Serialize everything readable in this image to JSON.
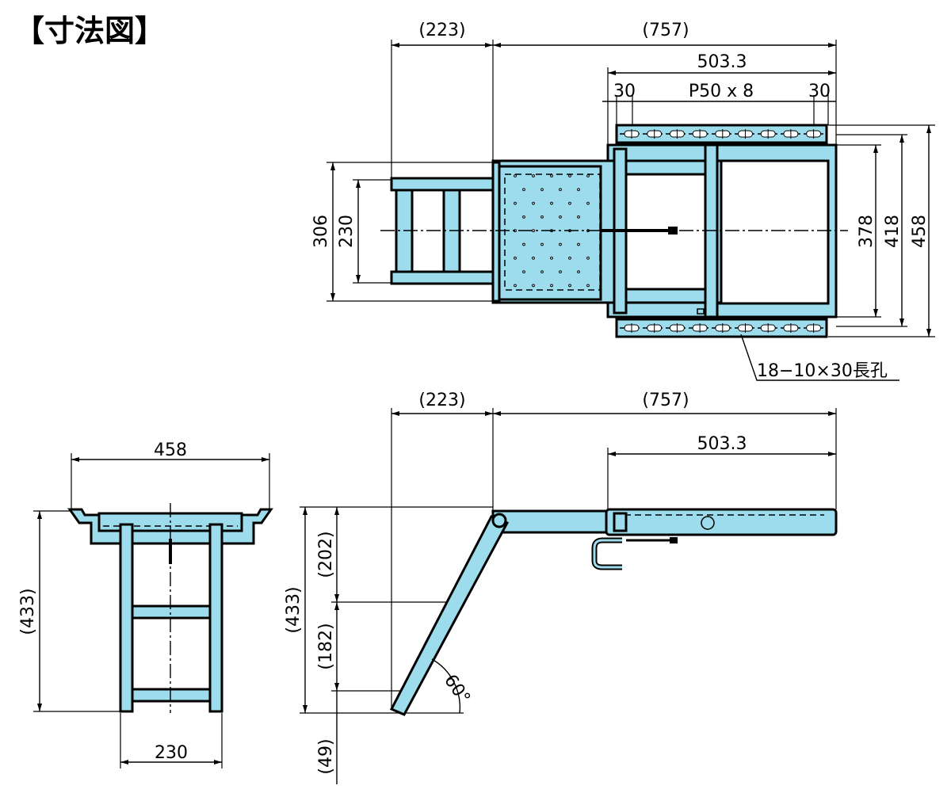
{
  "title": "【寸法図】",
  "top_view": {
    "dim_ladder": "(223)",
    "dim_body": "(757)",
    "dim_rail": "503.3",
    "dim_end_left": "30",
    "dim_pitch": "P50 x 8",
    "dim_end_right": "30",
    "dim_306": "306",
    "dim_230": "230",
    "dim_378": "378",
    "dim_418": "418",
    "dim_458": "458",
    "hole_note": "18−10×30長孔"
  },
  "front_view": {
    "dim_width": "458",
    "dim_height": "(433)",
    "dim_leg": "230"
  },
  "side_view": {
    "dim_ladder": "(223)",
    "dim_body": "(757)",
    "dim_rail": "503.3",
    "dim_height": "(433)",
    "dim_202": "(202)",
    "dim_182": "(182)",
    "dim_49": "(49)",
    "angle": "60°"
  },
  "colors": {
    "part_fill": "#9ddcec"
  }
}
